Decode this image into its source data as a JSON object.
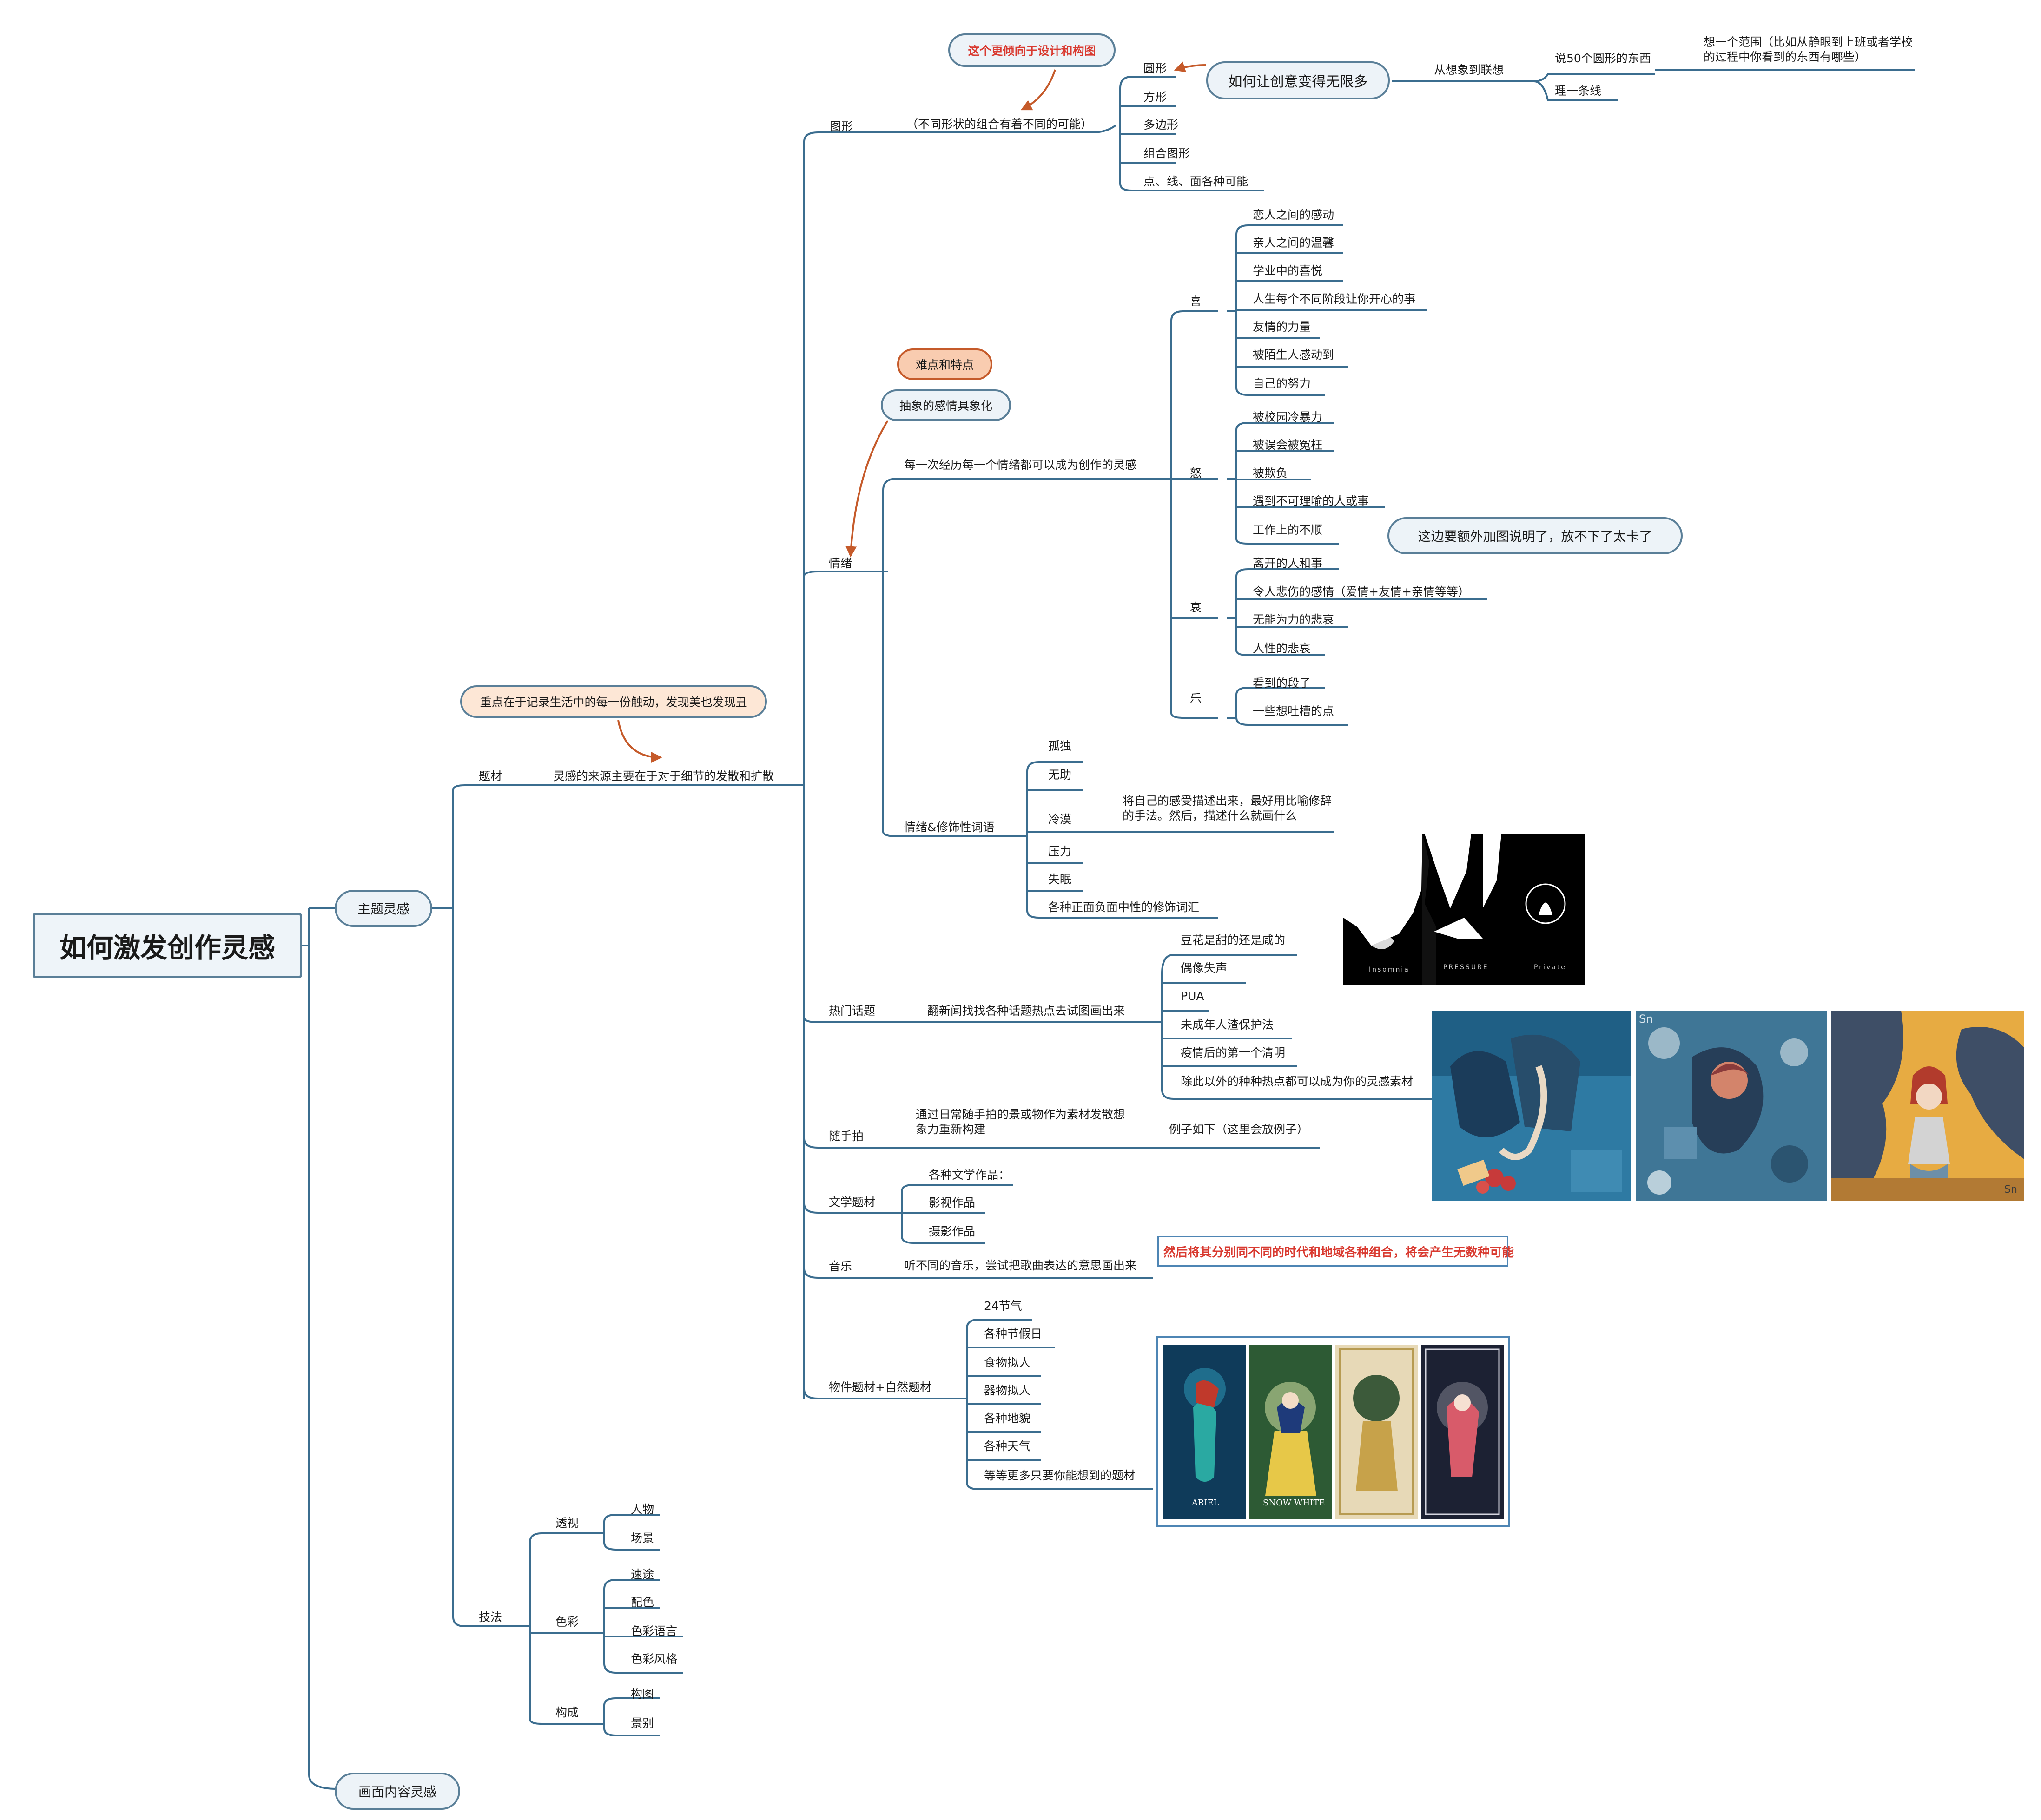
{
  "title": "如何激发创作灵感",
  "colors": {
    "line": "#3b6d8f",
    "node_border": "#5a7f98",
    "node_fill": "#edf3f8",
    "arrow": "#c55a2a",
    "accent_red": "#d93a30",
    "peach": "#fde7d6"
  },
  "main": {
    "theme": "主题灵感",
    "content": "画面内容灵感",
    "subject": "题材",
    "technique": "技法",
    "subject_detail": "灵感的来源主要在于对于细节的发散和扩散",
    "subject_note": "重点在于记录生活中的每一份触动，发现美也发现丑"
  },
  "shape": {
    "label": "图形",
    "detail": "（不同形状的组合有着不同的可能）",
    "note": "这个更倾向于设计和构图",
    "items": [
      "圆形",
      "方形",
      "多边形",
      "组合图形",
      "点、线、面各种可能"
    ],
    "creative": "如何让创意变得无限多",
    "association": "从想象到联想",
    "say50": "说50个圆形的东西",
    "scope": "想一个范围（比如从静眼到上班或者学校的过程中你看到的东西有哪些）",
    "line": "理一条线"
  },
  "emotion": {
    "label": "情绪",
    "difficulty": "难点和特点",
    "abstract": "抽象的感情具象化",
    "detail": "每一次经历每一个情绪都可以成为创作的灵感",
    "joy": {
      "label": "喜",
      "items": [
        "恋人之间的感动",
        "亲人之间的温馨",
        "学业中的喜悦",
        "人生每个不同阶段让你开心的事",
        "友情的力量",
        "被陌生人感动到",
        "自己的努力"
      ]
    },
    "anger": {
      "label": "怒",
      "items": [
        "被校园冷暴力",
        "被误会被冤枉",
        "被欺负",
        "遇到不可理喻的人或事",
        "工作上的不顺"
      ]
    },
    "sorrow": {
      "label": "哀",
      "items": [
        "离开的人和事",
        "令人悲伤的感情（爱情+友情+亲情等等）",
        "无能为力的悲哀",
        "人性的悲哀"
      ]
    },
    "happy": {
      "label": "乐",
      "items": [
        "看到的段子",
        "一些想吐槽的点"
      ]
    },
    "note": "这边要额外加图说明了，放不下了太卡了",
    "modifier": {
      "label": "情绪&修饰性词语",
      "items": [
        "孤独",
        "无助",
        "冷漠",
        "压力",
        "失眠",
        "各种正面负面中性的修饰词汇"
      ],
      "cold_note": "将自己的感受描述出来，最好用比喻修辞的手法。然后，描述什么就画什么"
    }
  },
  "hot": {
    "label": "热门话题",
    "detail": "翻新闻找找各种话题热点去试图画出来",
    "items": [
      "豆花是甜的还是咸的",
      "偶像失声",
      "PUA",
      "未成年人渣保护法",
      "疫情后的第一个清明",
      "除此以外的种种热点都可以成为你的灵感素材"
    ]
  },
  "snap": {
    "label": "随手拍",
    "detail": "通过日常随手拍的景或物作为素材发散想象力重新构建",
    "example": "例子如下（这里会放例子）"
  },
  "literature": {
    "label": "文学题材",
    "items": [
      "各种文学作品：",
      "影视作品",
      "摄影作品"
    ]
  },
  "music": {
    "label": "音乐",
    "detail": "听不同的音乐，尝试把歌曲表达的意思画出来",
    "note": "然后将其分别同不同的时代和地域各种组合，将会产生无数种可能"
  },
  "objects": {
    "label": "物件题材+自然题材",
    "items": [
      "24节气",
      "各种节假日",
      "食物拟人",
      "器物拟人",
      "各种地貌",
      "各种天气",
      "等等更多只要你能想到的题材"
    ]
  },
  "technique": {
    "perspective": {
      "label": "透视",
      "items": [
        "人物",
        "场景"
      ]
    },
    "color": {
      "label": "色彩",
      "items": [
        "速途",
        "配色",
        "色彩语言",
        "色彩风格"
      ]
    },
    "composition": {
      "label": "构成",
      "items": [
        "构图",
        "景别"
      ]
    }
  },
  "images": {
    "bw_captions": [
      "Insomnia",
      "PRESSURE",
      "Private"
    ],
    "tarot_captions": [
      "ARIEL",
      "SNOW WHITE"
    ],
    "signature": "Sn"
  }
}
